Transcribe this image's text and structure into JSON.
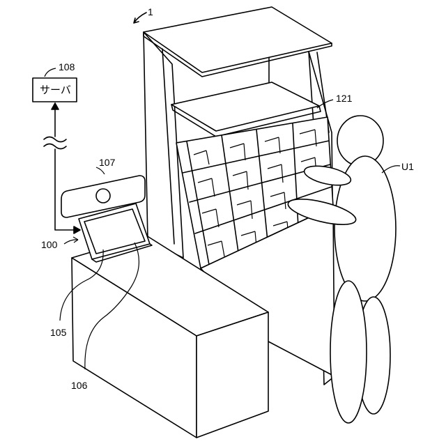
{
  "labels": {
    "fig_ref": "1",
    "server_ref": "108",
    "server_text": "サーバ",
    "terminal_ref": "107",
    "device_ref": "100",
    "shelf_ref": "121",
    "user_ref": "U1",
    "screen_ref": "105",
    "body_ref": "106"
  }
}
